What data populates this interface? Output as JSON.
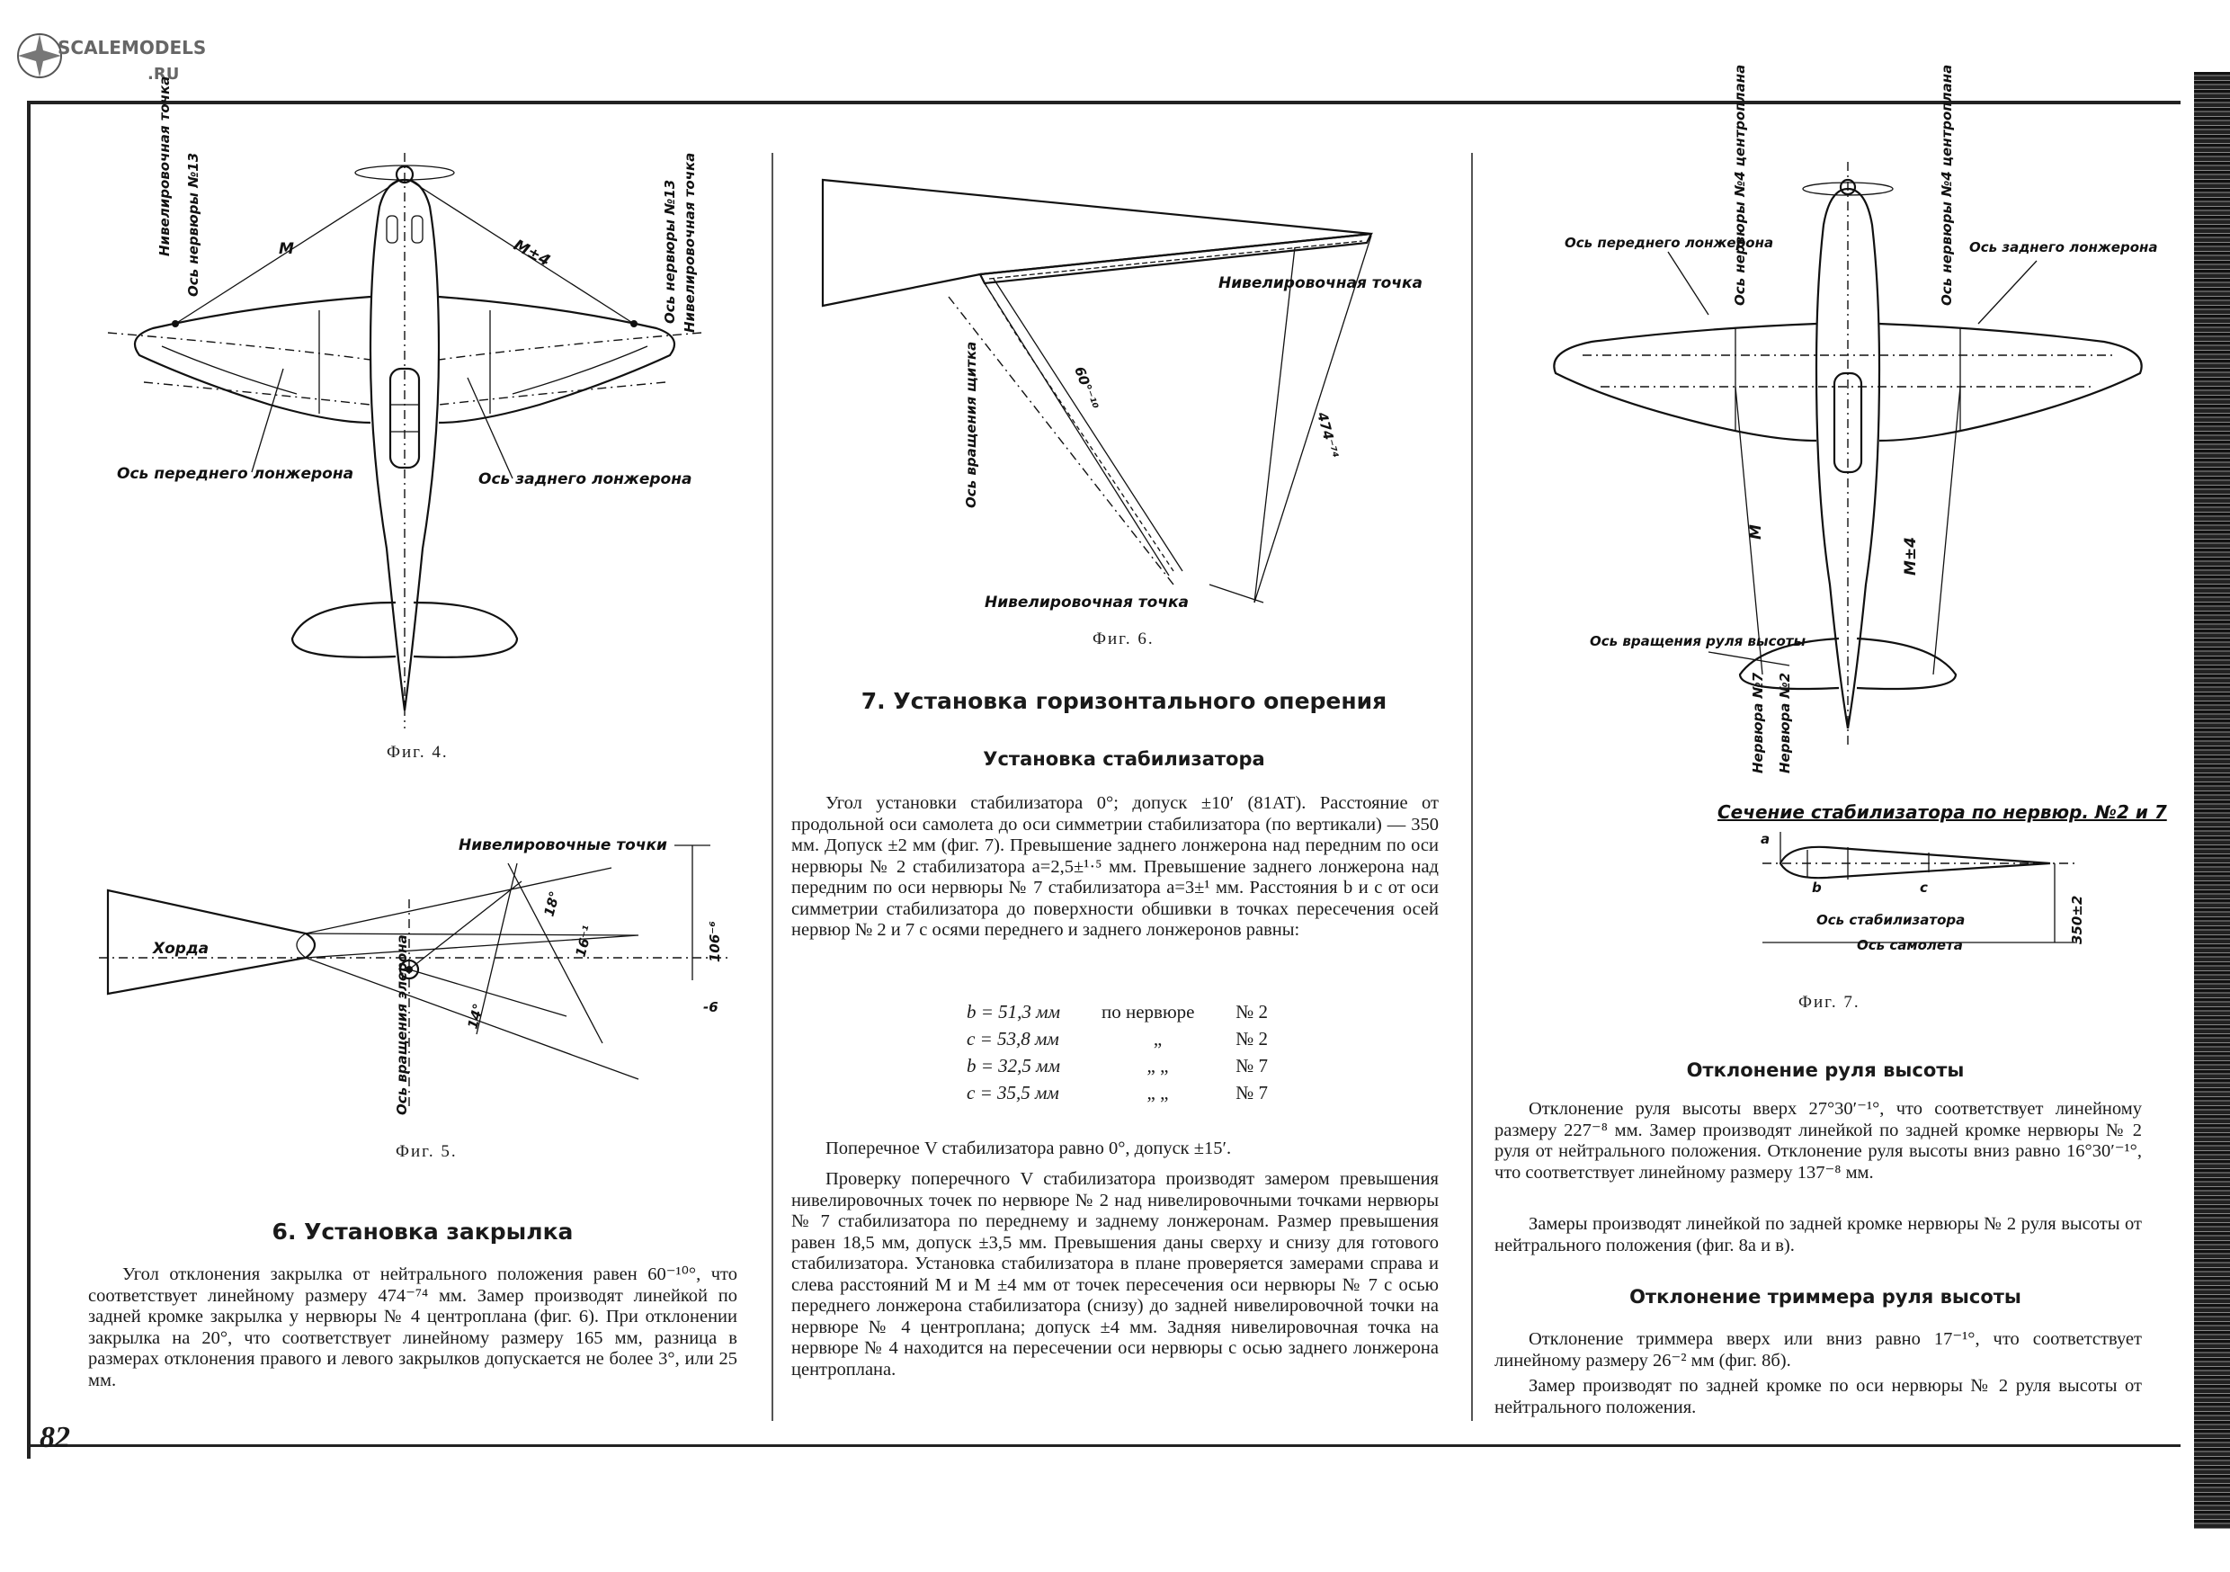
{
  "logo": {
    "line1": "SCALEMODELS",
    "line2": ".RU"
  },
  "page_number": "82",
  "fig4": {
    "caption": "Фиг. 4.",
    "labels": {
      "level_point_left": "Нивелировочная точка",
      "rib13_left": "Ось нервюры №13",
      "m": "M",
      "m4": "M±4",
      "rib13_right": "Ось нервюры №13",
      "level_point_right": "Нивелировочная точка",
      "front_spar": "Ось переднего лонжерона",
      "rear_spar": "Ось заднего лонжерона"
    }
  },
  "fig5": {
    "caption": "Фиг. 5.",
    "labels": {
      "level_points": "Нивелировочные точки",
      "chord": "Хорда",
      "flap_axis": "Ось вращения элерона",
      "d106": "106⁻⁶",
      "d16": "16⁻¹",
      "d18": "18°",
      "d14": "14°",
      "d6": "-6"
    }
  },
  "fig6": {
    "caption": "Фиг. 6.",
    "labels": {
      "level_point_top": "Нивелировочная точка",
      "angle": "60°⁻¹⁰",
      "flap_axis": "Ось вращения щитка",
      "dim474": "474⁻⁷⁴",
      "level_point_bottom": "Нивелировочная точка"
    }
  },
  "fig7": {
    "caption": "Фиг. 7.",
    "labels": {
      "front_spar": "Ось переднего лонжерона",
      "rib4_left": "Ось нервюры №4 центроплана",
      "rib4_right": "Ось нервюры №4 центроплана",
      "rear_spar": "Ось заднего лонжерона",
      "m": "M",
      "m4": "M±4",
      "elev_axis": "Ось вращения руля высоты",
      "rib7": "Нервюра №7",
      "rib2": "Нервюра №2",
      "section_title": "Сечение стабилизатора по нервюр. №2 и 7",
      "a": "a",
      "b": "b",
      "c": "c",
      "stab_axis": "Ось стабилизатора",
      "aircraft_axis": "Ось самолета",
      "dim350": "350±2"
    }
  },
  "section6": {
    "title": "6. Установка закрылка",
    "text": "Угол отклонения закрылка от нейтрального положения равен 60⁻¹⁰°, что соответствует линейному размеру 474⁻⁷⁴ мм. Замер производят линейкой по задней кромке закрылка у нервюры № 4 центроплана (фиг. 6). При отклонении закрылка на 20°, что соответствует линейному размеру 165 мм, разница в размерах отклонения правого и левого закрылков допускается не более 3°, или 25 мм."
  },
  "section7": {
    "title": "7. Установка горизонтального оперения",
    "subtitle": "Установка стабилизатора",
    "para1": "Угол установки стабилизатора 0°; допуск ±10′ (81АТ). Расстояние от продольной оси самолета до оси симметрии стабилизатора (по вертикали) — 350 мм. Допуск ±2 мм (фиг. 7). Превышение заднего лонжерона над передним по оси нервюры № 2 стабилизатора a=2,5±¹·⁵ мм. Превышение заднего лонжерона над передним по оси нервюры № 7 стабилизатора a=3±¹ мм. Расстояния b и c от оси симметрии стабилизатора до поверхности обшивки в точках пересечения осей нервюр № 2 и 7 с осями переднего и заднего лонжеронов равны:",
    "dims": [
      {
        "v": "b = 51,3 мм",
        "w": "по нервюре",
        "n": "№ 2"
      },
      {
        "v": "c = 53,8 мм",
        "w": "„",
        "n": "№ 2"
      },
      {
        "v": "b = 32,5 мм",
        "w": "„      „",
        "n": "№ 7"
      },
      {
        "v": "c = 35,5 мм",
        "w": "„      „",
        "n": "№ 7"
      }
    ],
    "para2": "Поперечное V стабилизатора равно 0°, допуск ±15′.",
    "para3": "Проверку поперечного V стабилизатора производят замером превышения нивелировочных точек по нервюре № 2 над нивелировочными точками нервюры № 7 стабилизатора по переднему и заднему лонжеронам. Размер превышения равен 18,5 мм, допуск ±3,5 мм. Превышения даны сверху и снизу для готового стабилизатора. Установка стабилизатора в плане проверяется замерами справа и слева расстояний M и M ±4 мм от точек пересечения оси нервюры № 7 с осью переднего лонжерона стабилизатора (снизу) до задней нивелировочной точки на нервюре № 4 центроплана; допуск ±4 мм. Задняя нивелировочная точка на нервюре № 4 находится на пересечении оси нервюры с осью заднего лонжерона центроплана."
  },
  "elevator": {
    "title": "Отклонение руля высоты",
    "para1": "Отклонение руля высоты вверх 27°30′⁻¹°, что соответствует линейному размеру 227⁻⁸ мм. Замер производят линейкой по задней кромке нервюры № 2 руля от нейтрального положения. Отклонение руля высоты вниз равно 16°30′⁻¹°, что соответствует линейному размеру 137⁻⁸ мм.",
    "para2": "Замеры производят линейкой по задней кромке нервюры № 2 руля высоты от нейтрального положения (фиг. 8а и в)."
  },
  "trim": {
    "title": "Отклонение триммера руля высоты",
    "para1": "Отклонение триммера вверх или вниз равно 17⁻¹°, что соответствует линейному размеру 26⁻² мм (фиг. 8б).",
    "para2": "Замер производят по задней кромке по оси нервюры № 2 руля высоты от нейтрального положения."
  }
}
